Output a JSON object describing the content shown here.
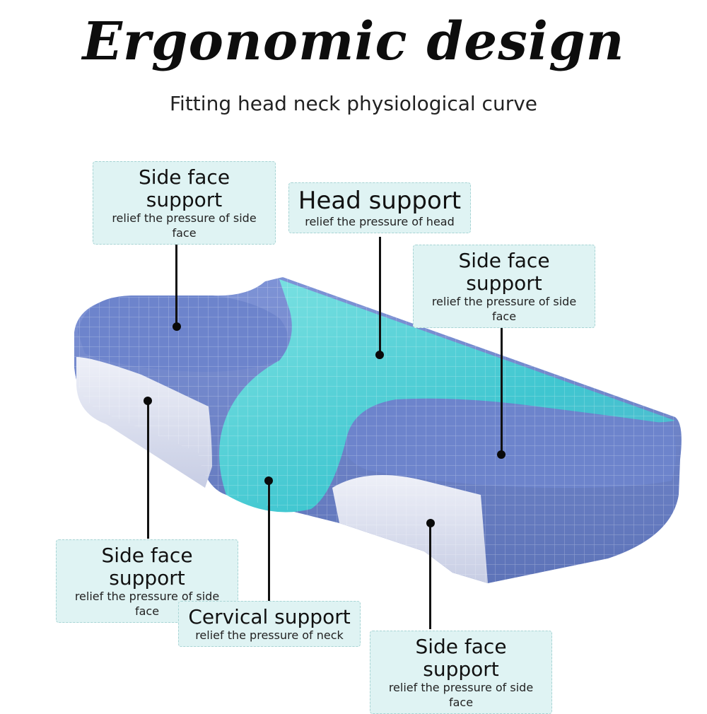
{
  "header": {
    "title": "Ergonomic design",
    "subtitle": "Fitting head neck physiological curve"
  },
  "labels": [
    {
      "title": "Side face support",
      "desc": "relief the pressure of side face"
    },
    {
      "title": "Head support",
      "desc": "relief the pressure of head"
    },
    {
      "title": "Side face support",
      "desc": "relief the pressure of side face"
    },
    {
      "title": "Side face support",
      "desc": "relief the pressure of side face"
    },
    {
      "title": "Cervical support",
      "desc": "relief the pressure of neck"
    },
    {
      "title": "Side face support",
      "desc": "relief the pressure of side face"
    }
  ],
  "colors": {
    "label_bg": "#dff3f3",
    "pillow_blue": "#6f86c9",
    "pillow_teal": "#57d3d6",
    "pillow_side": "#d9ddee"
  }
}
